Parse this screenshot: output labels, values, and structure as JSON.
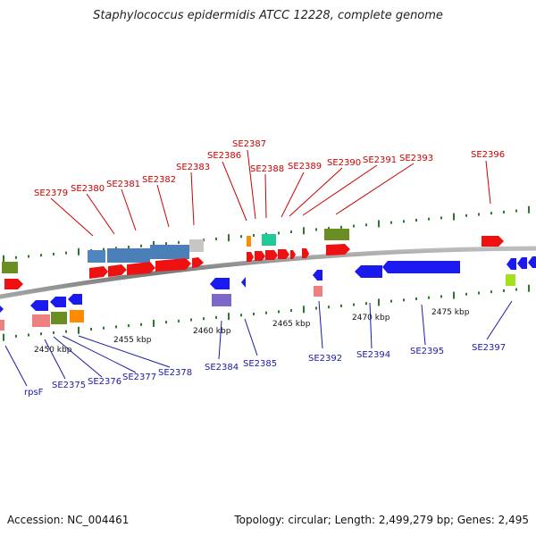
{
  "title": "Staphylococcus epidermidis ATCC 12228, complete genome",
  "footer": {
    "accession": "Accession: NC_004461",
    "summary": "Topology: circular; Length: 2,499,279 bp; Genes: 2,495"
  },
  "scale_labels": [
    "2450 kbp",
    "2455 kbp",
    "2460 kbp",
    "2465 kbp",
    "2470 kbp",
    "2475 kbp"
  ],
  "genes_top": [
    "SE2379",
    "SE2380",
    "SE2381",
    "SE2382",
    "SE2383",
    "SE2386",
    "SE2387",
    "SE2388",
    "SE2389",
    "SE2390",
    "SE2391",
    "SE2393",
    "SE2396"
  ],
  "genes_bottom": [
    "rpsF",
    "SE2375",
    "SE2376",
    "SE2377",
    "SE2378",
    "SE2384",
    "SE2385",
    "SE2392",
    "SE2394",
    "SE2395",
    "SE2397"
  ],
  "colors": {
    "forward_label": "#cc0000",
    "reverse_label": "#1a1aa6",
    "forward_gene": "#ee1111",
    "reverse_gene": "#1a1aee",
    "backbone": "#808080",
    "tick": "#2a7a2a"
  }
}
